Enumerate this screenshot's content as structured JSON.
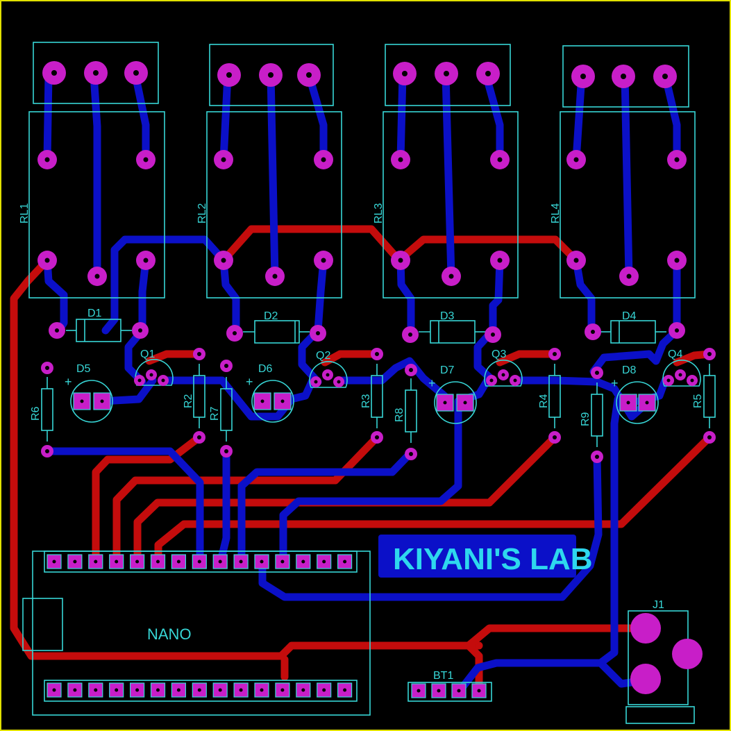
{
  "relays": [
    "RL1",
    "RL2",
    "RL3",
    "RL4"
  ],
  "diodes": [
    "D1",
    "D2",
    "D3",
    "D4"
  ],
  "transistors": [
    "Q1",
    "Q2",
    "Q3",
    "Q4"
  ],
  "leds": [
    "D5",
    "D6",
    "D7",
    "D8"
  ],
  "resistors": [
    "R6",
    "R2",
    "R7",
    "R3",
    "R8",
    "R4",
    "R9",
    "R5"
  ],
  "polarity": "+",
  "nano_label": "NANO",
  "brand_label": "KIYANI'S LAB",
  "bt_label": "BT1",
  "jack_label": "J1",
  "colors": {
    "board": "#000000",
    "silkscreen": "#37d6d6",
    "top_copper": "#c40c0c",
    "bottom_copper": "#0b10c8",
    "pad": "#c81ec8",
    "border": "#e0e000"
  }
}
